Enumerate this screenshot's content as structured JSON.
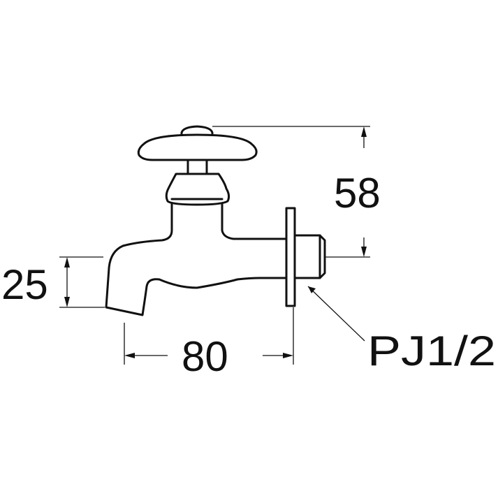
{
  "dimensions": {
    "total_height": "58",
    "spout_height": "25",
    "length": "80",
    "thread": "PJ1/2"
  }
}
